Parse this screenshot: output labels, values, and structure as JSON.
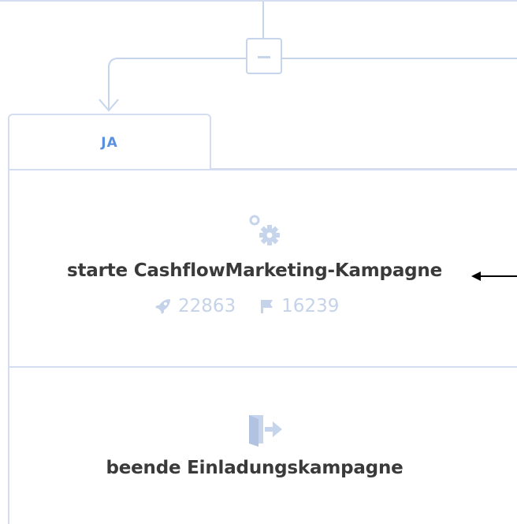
{
  "branch": {
    "label": "JA"
  },
  "nodes": [
    {
      "icon": "gears-icon",
      "title": "starte CashflowMarketing-Kampagne",
      "stats": {
        "sent": "22863",
        "goals": "16239"
      }
    },
    {
      "icon": "exit-icon",
      "title": "beende Einladungskampagne"
    }
  ],
  "colors": {
    "connector": "#c6d4ec",
    "accent": "#5b8fe0",
    "text": "#3a3a3a",
    "muted": "#c5d3ea"
  }
}
